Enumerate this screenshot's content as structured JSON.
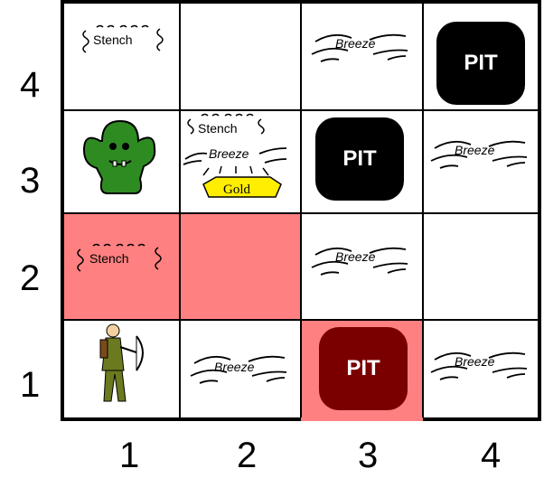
{
  "axes": {
    "x": [
      "1",
      "2",
      "3",
      "4"
    ],
    "y": [
      "4",
      "3",
      "2",
      "1"
    ]
  },
  "labels": {
    "pit": "PIT",
    "breeze": "Breeze",
    "stench": "Stench",
    "gold": "Gold"
  },
  "colors": {
    "visited": "#ff8080",
    "pit": "#000000",
    "pit_visited": "#7a0000",
    "wumpus": "#2e8b22",
    "gold": "#ffee00"
  },
  "visited_cells": [
    "1,2",
    "2,2",
    "3,1"
  ],
  "icons": [
    "wumpus-icon",
    "agent-icon",
    "gold-icon"
  ]
}
